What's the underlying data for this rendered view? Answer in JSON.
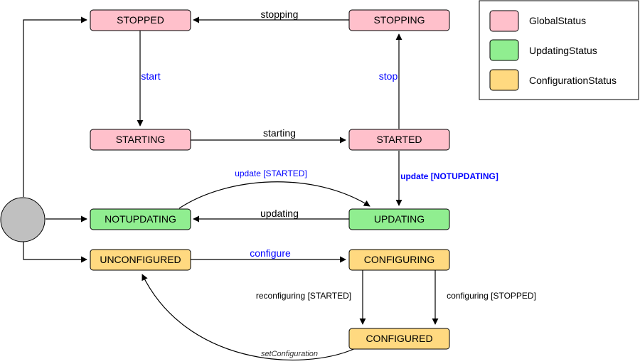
{
  "colors": {
    "global": "#ffc0cb",
    "updating": "#90ee90",
    "configuration": "#ffd980",
    "initial": "#c0c0c0",
    "label_blue": "#0000ff"
  },
  "states": {
    "stopped": "STOPPED",
    "stopping": "STOPPING",
    "starting": "STARTING",
    "started": "STARTED",
    "notupdating": "NOTUPDATING",
    "updating": "UPDATING",
    "unconfigured": "UNCONFIGURED",
    "configuring": "CONFIGURING",
    "configured": "CONFIGURED"
  },
  "transitions": {
    "stopping": "stopping",
    "start": "start",
    "stop": "stop",
    "starting": "starting",
    "update_started": "update [STARTED]",
    "update_notupdating": "update [NOTUPDATING]",
    "updating": "updating",
    "configure": "configure",
    "reconfiguring": "reconfiguring [STARTED]",
    "configuring": "configuring [STOPPED]",
    "set_configuration": "setConfiguration"
  },
  "legend": {
    "global": "GlobalStatus",
    "updating": "UpdatingStatus",
    "configuration": "ConfigurationStatus"
  }
}
